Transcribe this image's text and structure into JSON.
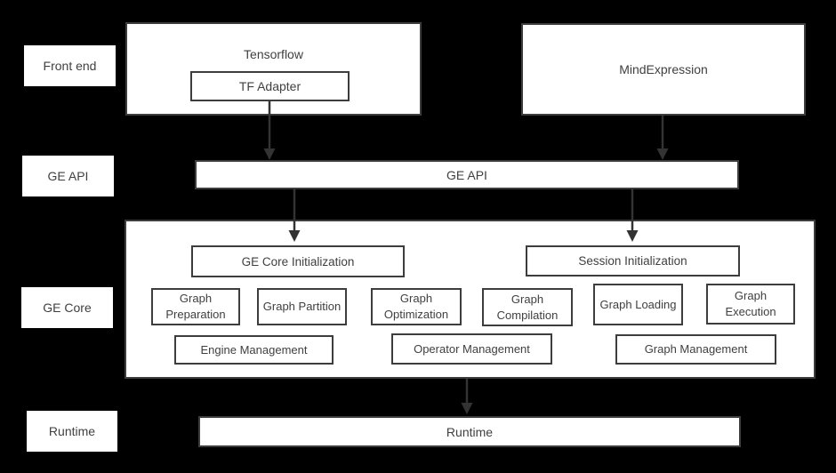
{
  "layers": {
    "front_end": "Front end",
    "ge_api": "GE API",
    "ge_core": "GE Core",
    "runtime": "Runtime"
  },
  "frontend": {
    "tensorflow_label": "Tensorflow",
    "tf_adapter_label": "TF Adapter",
    "mindexpression_label": "MindExpression"
  },
  "ge_api": {
    "bar_label": "GE API"
  },
  "ge_core": {
    "ge_core_initialization": "GE Core Initialization",
    "session_initialization": "Session Initialization",
    "modules": [
      "Graph Preparation",
      "Graph Partition",
      "Graph Optimization",
      "Graph Compilation",
      "Graph Loading",
      "Graph Execution"
    ],
    "management": [
      "Engine Management",
      "Operator Management",
      "Graph Management"
    ]
  },
  "runtime": {
    "bar_label": "Runtime"
  },
  "colors": {
    "background": "#000000",
    "box_fill": "#ffffff",
    "box_border": "#3d3d3d",
    "text": "#404040",
    "arrow": "#333333"
  }
}
